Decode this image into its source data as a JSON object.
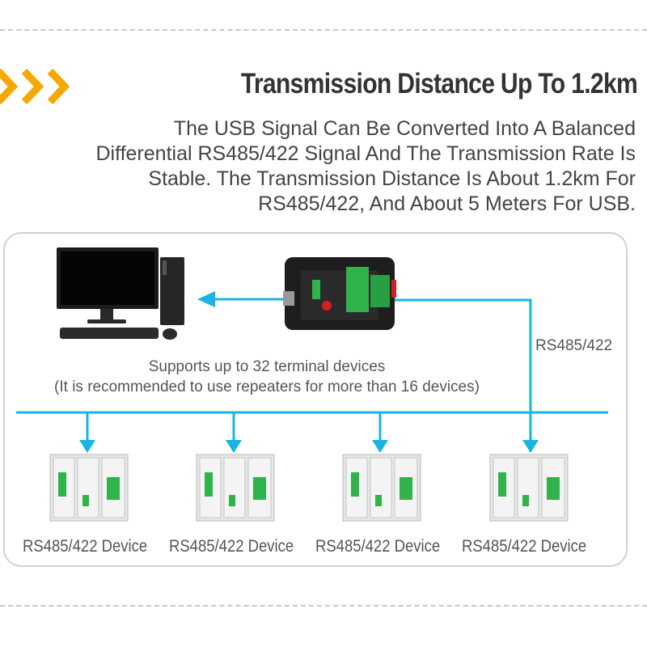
{
  "header": {
    "title": "Transmission Distance Up To 1.2km",
    "description_lines": [
      "The USB Signal Can Be Converted Into A Balanced",
      "Differential RS485/422 Signal And The Transmission Rate Is",
      "Stable. The Transmission Distance Is About 1.2km For",
      "RS485/422, And About 5 Meters For USB."
    ]
  },
  "diagram": {
    "support_line1": "Supports up to 32 terminal devices",
    "support_line2": "(It is recommended to use repeaters for more than 16 devices)",
    "bus_label": "RS485/422",
    "devices": [
      {
        "label": "RS485/422 Device"
      },
      {
        "label": "RS485/422 Device"
      },
      {
        "label": "RS485/422 Device"
      },
      {
        "label": "RS485/422 Device"
      }
    ]
  },
  "colors": {
    "accent": "#f5a800",
    "line": "#1ab4e3",
    "title": "#333333",
    "text": "#444444",
    "converter_green": "#2fb34a"
  }
}
